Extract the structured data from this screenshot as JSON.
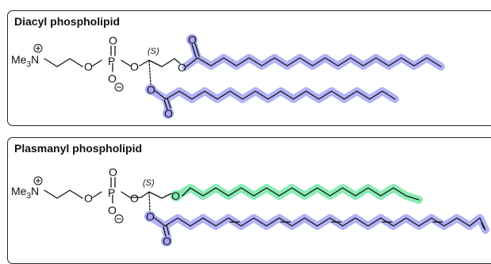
{
  "panels": [
    {
      "title": "Diacyl phospholipid",
      "stereo": "(S)"
    },
    {
      "title": "Plasmanyl phospholipid",
      "stereo": "(S)"
    }
  ],
  "atoms": {
    "trimethylammonium": "Me",
    "trimethylammonium_sub": "3",
    "nitrogen": "N",
    "oxygen": "O",
    "phosphorus": "P"
  },
  "colors": {
    "acyl_highlight": "#a9a9f5",
    "alkyl_highlight": "#82eab0",
    "border": "#2b2b2b"
  }
}
